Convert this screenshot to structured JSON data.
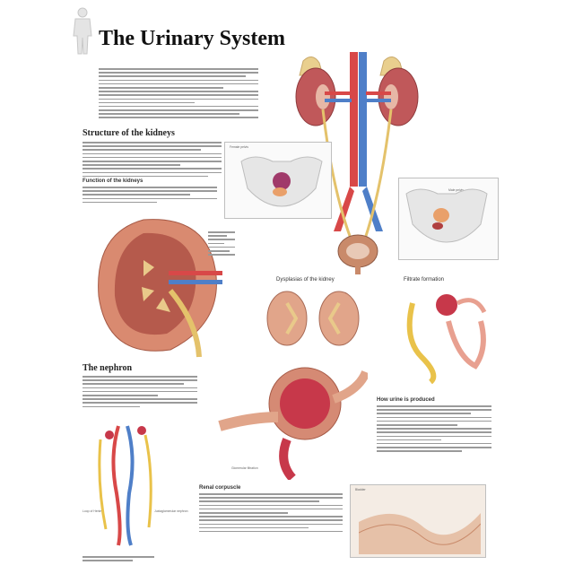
{
  "title": "The Urinary System",
  "sections": {
    "kidney_structure": "Structure of the kidneys",
    "kidney_function": "Function of the kidneys",
    "nephron": "The nephron",
    "renal_corpuscle": "Renal corpuscle",
    "dysplasia": "Dysplasias of the kidney",
    "filtrate": "Filtrate formation",
    "urine_produced": "How urine is produced",
    "bladder": "Bladder"
  },
  "labels": {
    "female_pelvis": "Female pelvis",
    "male_pelvis": "Male pelvis",
    "glomerular_filtration": "Glomerular filtration",
    "loop_of_henle": "Loop of Henle",
    "juxta": "Juxtaglomerular nephron"
  }
}
